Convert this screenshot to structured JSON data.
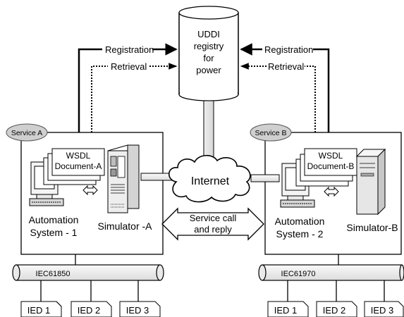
{
  "registry": {
    "line1": "UDDI",
    "line2": "registry",
    "line3": "for",
    "line4": "power"
  },
  "left": {
    "registration": "Registration",
    "retrieval": "Retrieval",
    "service": "Service A",
    "wsdl_line1": "WSDL",
    "wsdl_line2": "Document-A",
    "automation_line1": "Automation",
    "automation_line2": "System - 1",
    "simulator": "Simulator -A",
    "bus": "IEC61850",
    "ieds": [
      "IED 1",
      "IED 2",
      "IED 3"
    ]
  },
  "right": {
    "registration": "Registration",
    "retrieval": "Retrieval",
    "service": "Service B",
    "wsdl_line1": "WSDL",
    "wsdl_line2": "Document-B",
    "automation_line1": "Automation",
    "automation_line2": "System - 2",
    "simulator": "Simulator-B",
    "bus": "IEC61970",
    "ieds": [
      "IED 1",
      "IED 2",
      "IED 3"
    ]
  },
  "internet": "Internet",
  "service_call": {
    "line1": "Service call",
    "line2": "and reply"
  }
}
